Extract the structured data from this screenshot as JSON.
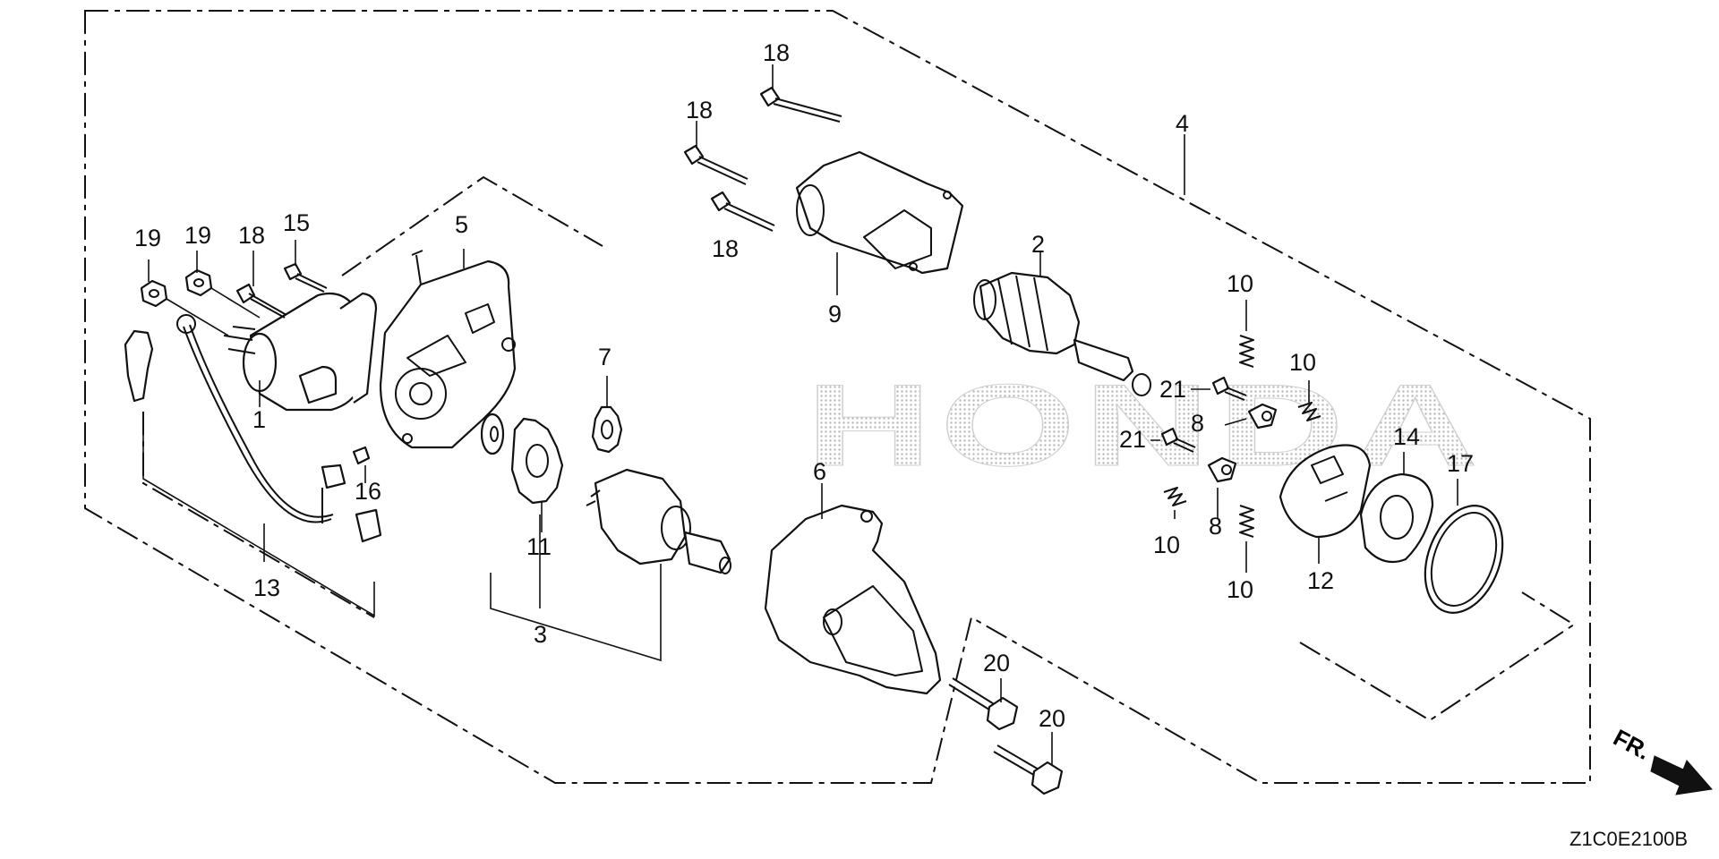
{
  "diagram": {
    "watermark": "HONDA",
    "code": "Z1C0E2100B",
    "direction_label": "FR.",
    "labels": {
      "l1": "1",
      "l2": "2",
      "l3": "3",
      "l4": "4",
      "l5": "5",
      "l6": "6",
      "l7": "7",
      "l8a": "8",
      "l8b": "8",
      "l9": "9",
      "l10a": "10",
      "l10b": "10",
      "l10c": "10",
      "l10d": "10",
      "l11": "11",
      "l12": "12",
      "l13": "13",
      "l14": "14",
      "l15": "15",
      "l16": "16",
      "l17": "17",
      "l18a": "18",
      "l18b": "18",
      "l18c": "18",
      "l18d": "18",
      "l19a": "19",
      "l19b": "19",
      "l20a": "20",
      "l20b": "20",
      "l21a": "21",
      "l21b": "21"
    },
    "colors": {
      "line": "#111111",
      "watermark_dots": "#bdbdbd",
      "background": "#ffffff"
    }
  }
}
